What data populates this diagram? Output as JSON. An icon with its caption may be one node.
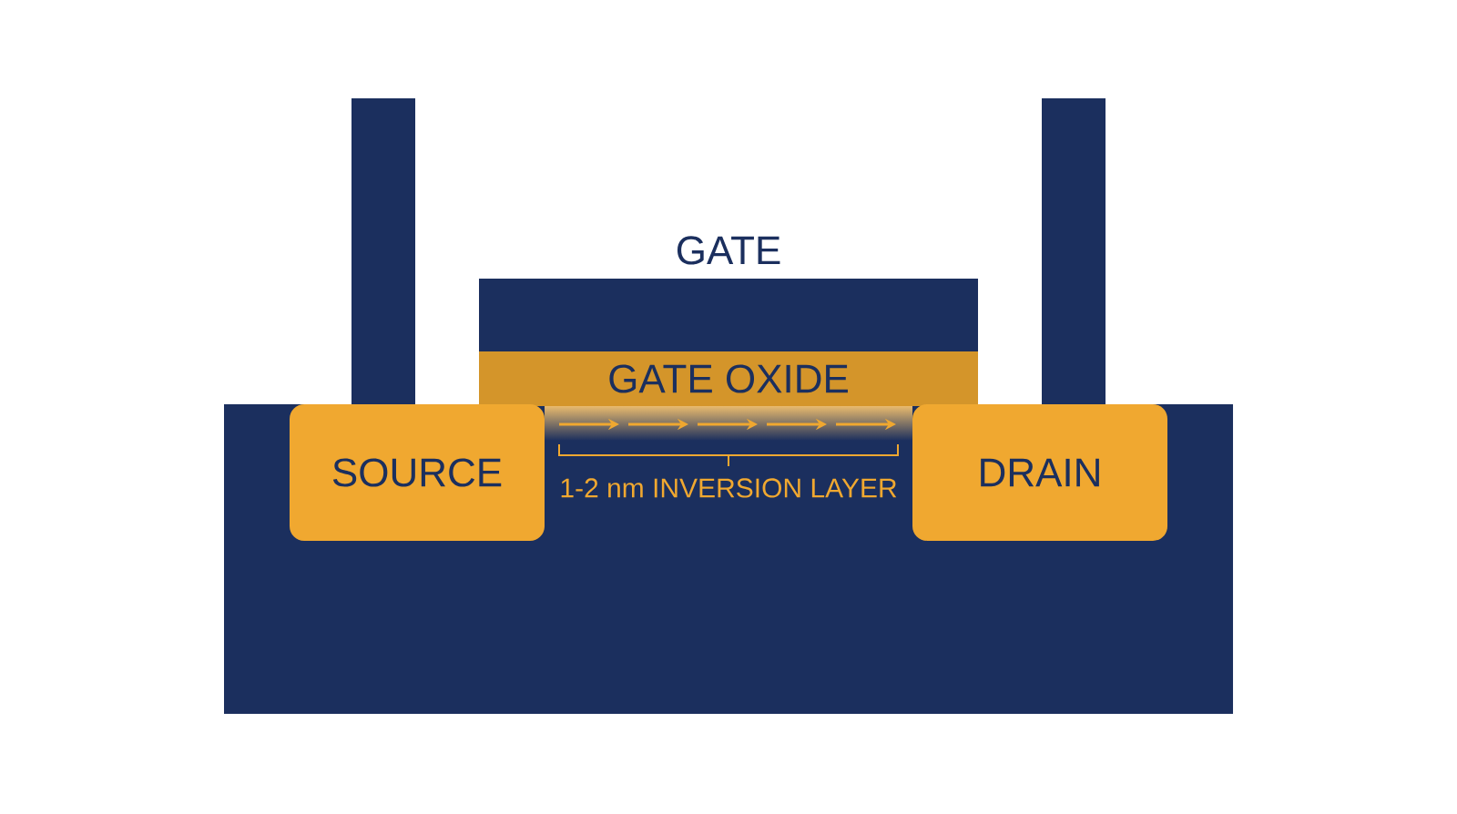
{
  "diagram": {
    "nodes": [
      {
        "text": [
          "GATE"
        ]
      },
      {
        "text": [
          "GATE OXIDE"
        ]
      },
      {
        "text": [
          "SOURCE"
        ]
      },
      {
        "text": [
          "DRAIN"
        ]
      }
    ],
    "labels": [
      "1-2 nm INVERSION LAYER"
    ]
  }
}
